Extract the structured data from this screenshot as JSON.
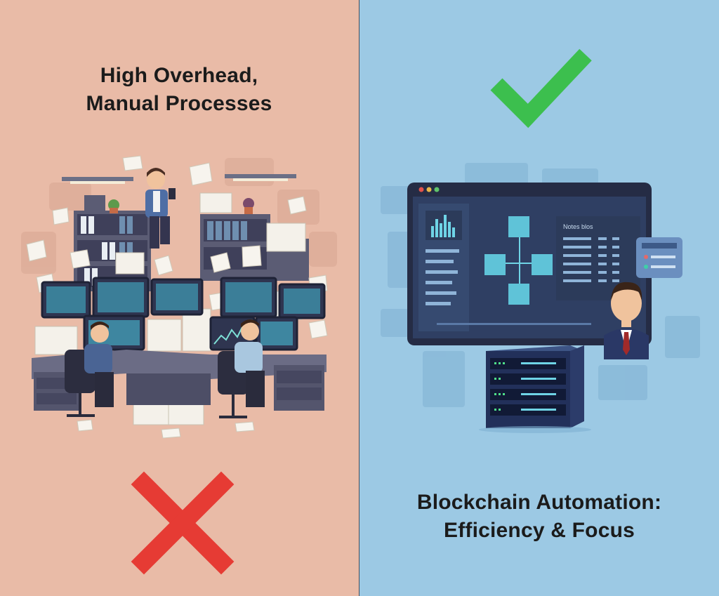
{
  "left_panel": {
    "heading_line1": "High Overhead,",
    "heading_line2": "Manual Processes",
    "bg_color": "#e9bba7",
    "status_icon": "cross-icon",
    "status_color": "#e63b34"
  },
  "right_panel": {
    "heading_line1": "Blockchain Automation:",
    "heading_line2": "Efficiency & Focus",
    "bg_color": "#9cc9e4",
    "status_icon": "check-icon",
    "status_color": "#3cbf4e",
    "screen_panel_title": "Notes blos"
  }
}
